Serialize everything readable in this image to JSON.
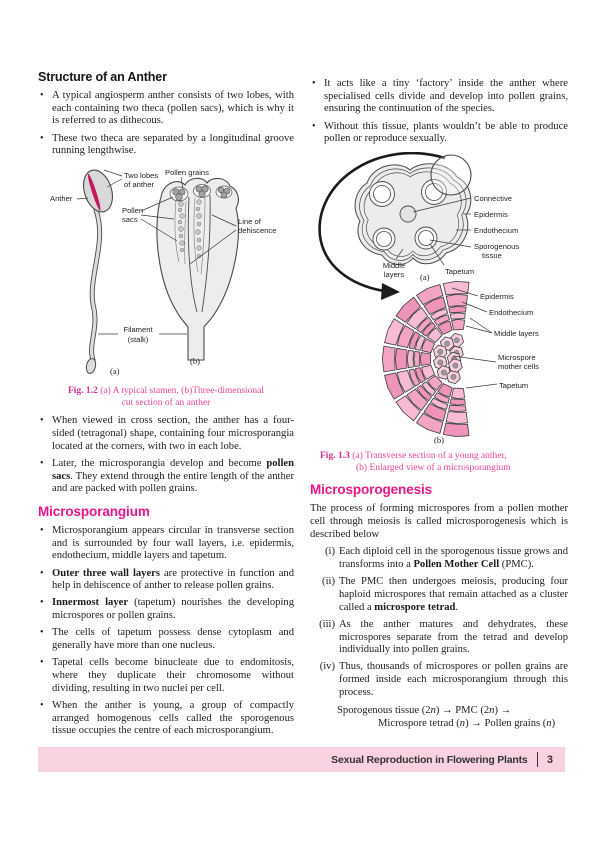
{
  "colors": {
    "accent_magenta": "#E9168A",
    "caption_pink": "#E8459A",
    "footer_bg": "#F8D2E1",
    "anther_stripe": "#C2195F",
    "cell_pink": "#F2A4C4"
  },
  "left_column": {
    "heading": "Structure of an Anther",
    "bullets_intro": [
      [
        {
          "t": "A typical angiosperm anther consists of two lobes, with each containing two theca (pollen sacs), which is why it is referred to as dithecous."
        }
      ],
      [
        {
          "t": "These two theca are separated by a longitudinal groove running lengthwise."
        }
      ]
    ],
    "fig12": {
      "labels": {
        "two_lobes_1": "Two lobes",
        "two_lobes_2": "of anther",
        "anther": "Anther",
        "pollen_grains": "Pollen grains",
        "pollen_sacs_1": "Pollen",
        "pollen_sacs_2": "sacs",
        "dehiscence_1": "Line of",
        "dehiscence_2": "dehiscence",
        "filament_1": "Filament",
        "filament_2": "(stalk)",
        "sub_a": "(a)",
        "sub_b": "(b)"
      },
      "caption_label": "Fig. 1.2",
      "caption_text": " (a) A typical stamen, (b)Three-dimensional",
      "caption_line2": "cut section of an anther"
    },
    "bullets_mid": [
      [
        {
          "t": "When viewed in cross section, the anther has a four-sided (tetragonal) shape, containing four microsporangia located at the corners, with two in each lobe."
        }
      ],
      [
        {
          "t": "Later, the microsporangia develop and become "
        },
        {
          "t": "pollen sacs",
          "b": true
        },
        {
          "t": ". They extend through the entire length of the anther and are packed with pollen grains."
        }
      ]
    ],
    "heading2": "Microsporangium",
    "bullets_micro": [
      [
        {
          "t": "Microsporangium appears circular in transverse section and is surrounded by four wall layers, i.e. epidermis, endothecium, middle layers and tapetum."
        }
      ],
      [
        {
          "t": "Outer three wall layers",
          "b": true
        },
        {
          "t": " are protective in function and help in dehiscence of anther to release pollen grains."
        }
      ],
      [
        {
          "t": "Innermost layer",
          "b": true
        },
        {
          "t": " (tapetum) nourishes the developing microspores or pollen grains."
        }
      ],
      [
        {
          "t": "The cells of tapetum possess dense cytoplasm and generally have more than one nucleus."
        }
      ],
      [
        {
          "t": "Tapetal cells become binucleate due to endomitosis, where they duplicate their chromosome without dividing, resulting in two nuclei per cell."
        }
      ],
      [
        {
          "t": "When the anther is young, a group of compactly arranged homogenous cells called the sporogenous tissue occupies the centre of each microsporangium."
        }
      ]
    ]
  },
  "right_column": {
    "bullets_intro": [
      [
        {
          "t": "It acts like a tiny ‘factory’ inside the anther where specialised cells divide and develop into pollen grains, ensuring the continuation of the species."
        }
      ],
      [
        {
          "t": "Without this tissue, plants wouldn’t be able to produce pollen or reproduce sexually."
        }
      ]
    ],
    "fig13": {
      "labels_a": {
        "connective": "Connective",
        "epidermis": "Epidermis",
        "endothecium": "Endothecium",
        "sporogenous_1": "Sporogenous",
        "sporogenous_2": "tissue",
        "middle_1": "Middle",
        "middle_2": "layers",
        "tapetum": "Tapetum",
        "sub_a": "(a)"
      },
      "labels_b": {
        "epidermis": "Epidermis",
        "endothecium": "Endothecium",
        "middle_layers": "Middle layers",
        "mmc_1": "Microspore",
        "mmc_2": "mother cells",
        "tapetum": "Tapetum",
        "sub_b": "(b)"
      },
      "caption_label": "Fig. 1.3",
      "caption_text": " (a) Transverse section of a young anther,",
      "caption_line2": "(b) Enlarged view of a microsporangium"
    },
    "microsporogenesis": {
      "heading": "Microsporogenesis",
      "intro": "The process of forming microspores from a pollen mother cell through meiosis is called microsporogenesis which is described below",
      "items": [
        {
          "label": "(i)",
          "segments": [
            {
              "t": "Each diploid cell in the sporogenous tissue grows and transforms into a "
            },
            {
              "t": "Pollen Mother Cell",
              "b": true
            },
            {
              "t": " (PMC)."
            }
          ]
        },
        {
          "label": "(ii)",
          "segments": [
            {
              "t": "The PMC then undergoes meiosis, producing four haploid microspores that remain attached as a cluster called a "
            },
            {
              "t": "microspore tetrad",
              "b": true
            },
            {
              "t": "."
            }
          ]
        },
        {
          "label": "(iii)",
          "segments": [
            {
              "t": "As the anther matures and dehydrates, these microspores separate from the tetrad and develop individually into pollen grains."
            }
          ]
        },
        {
          "label": "(iv)",
          "segments": [
            {
              "t": "Thus, thousands of microspores or pollen grains are formed inside each microsporangium through this process."
            }
          ]
        }
      ],
      "formula1": [
        {
          "t": "Sporogenous tissue (2"
        },
        {
          "t": "n",
          "i": true
        },
        {
          "t": ") → PMC (2"
        },
        {
          "t": "n",
          "i": true
        },
        {
          "t": ") →"
        }
      ],
      "formula2": [
        {
          "t": "Microspore tetrad ("
        },
        {
          "t": "n",
          "i": true
        },
        {
          "t": ") → Pollen grains ("
        },
        {
          "t": "n",
          "i": true
        },
        {
          "t": ")"
        }
      ]
    }
  },
  "footer": {
    "title": "Sexual Reproduction in Flowering Plants",
    "page_number": "3"
  }
}
